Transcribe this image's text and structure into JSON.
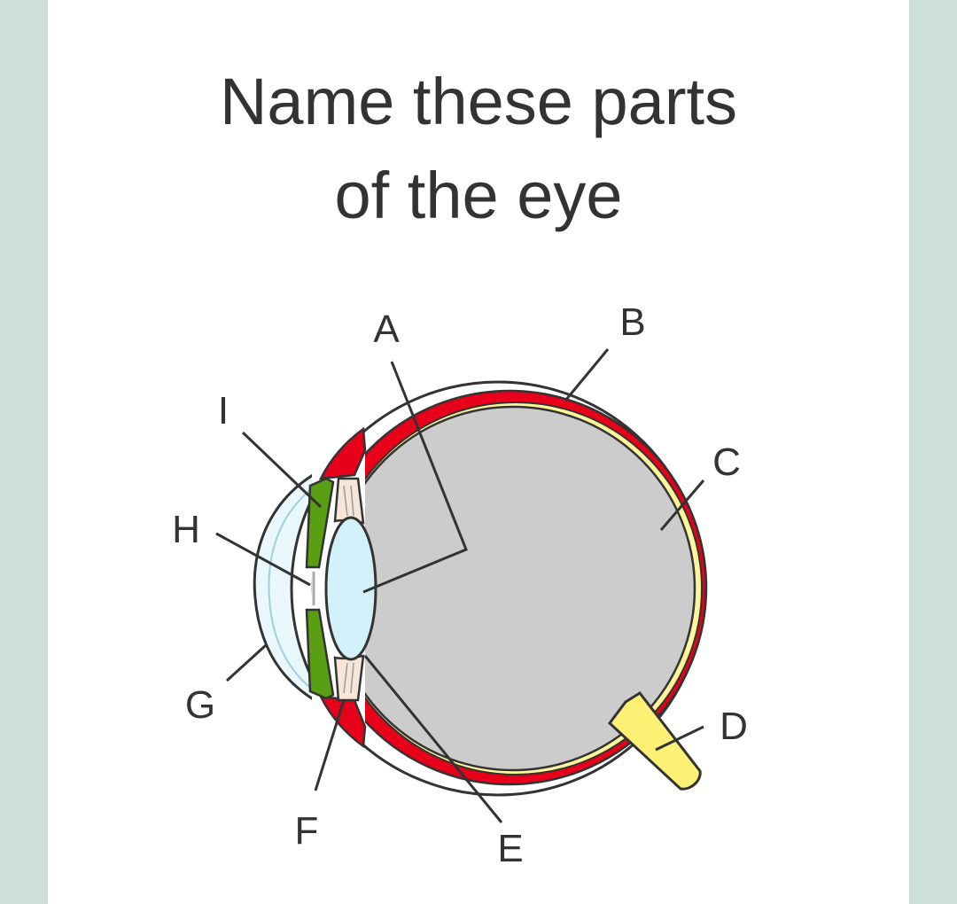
{
  "title": {
    "line1": "Name these parts",
    "line2": "of the eye"
  },
  "labels": {
    "A": "A",
    "B": "B",
    "C": "C",
    "D": "D",
    "E": "E",
    "F": "F",
    "G": "G",
    "H": "H",
    "I": "I"
  },
  "colors": {
    "background": "#cde0d8",
    "card": "#ffffff",
    "sclera_outline": "#333333",
    "choroid": "#e8001a",
    "retina": "#fff59a",
    "vitreous": "#cccccc",
    "cornea": "#eaf7fc",
    "lens": "#d3f1fb",
    "iris": "#5a9e14",
    "ciliary": "#f7e6d8",
    "optic_nerve": "#fff176"
  }
}
